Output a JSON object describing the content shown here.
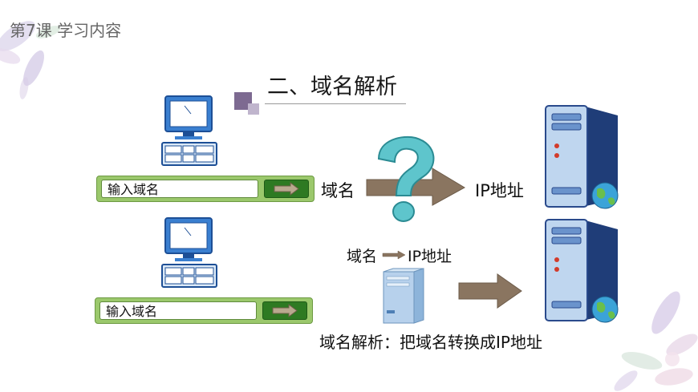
{
  "header": {
    "lesson": "第7课   学习内容"
  },
  "section": {
    "title": "二、域名解析"
  },
  "top_row": {
    "input_text": "输入域名",
    "left_label": "域名",
    "right_label": "IP地址"
  },
  "bottom_row": {
    "input_text": "输入域名",
    "mapping_left": "域名",
    "mapping_right": "IP地址"
  },
  "caption": "域名解析：把域名转换成IP地址",
  "colors": {
    "accent": "#7d6a91",
    "arrow": "#8a7560",
    "input_bar": "#9bc86c",
    "question": "#5ec5cc",
    "server": "#2a4a8c"
  }
}
